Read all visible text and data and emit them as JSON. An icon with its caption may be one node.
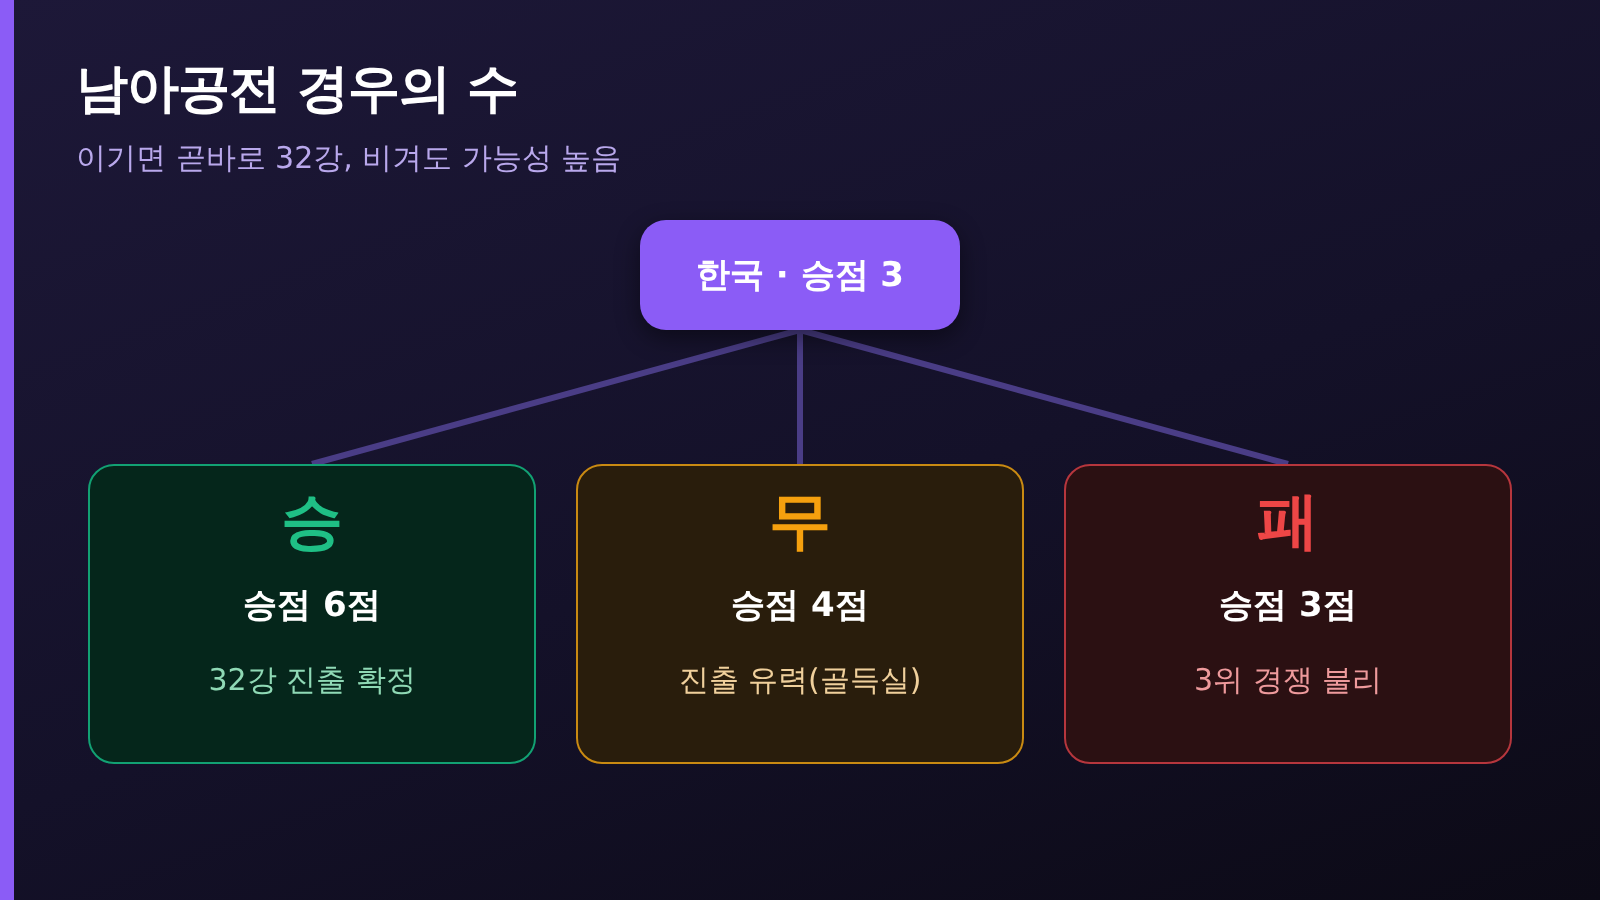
{
  "diagram": {
    "title": "남아공전 경우의 수",
    "nodes": [
      {
        "text": [
          "한국 · 승점 3"
        ]
      },
      {
        "text": [
          "승",
          "승점 6점",
          "32강 진출 확정"
        ]
      },
      {
        "text": [
          "무",
          "승점 4점",
          "진출 유력(골득실)"
        ]
      },
      {
        "text": [
          "패",
          "승점 3점",
          "3위 경쟁 불리"
        ]
      }
    ],
    "edges": [
      {
        "from": 0,
        "to": 1,
        "arrow": "none"
      },
      {
        "from": 0,
        "to": 2,
        "arrow": "none"
      },
      {
        "from": 0,
        "to": 3,
        "arrow": "none"
      }
    ],
    "labels": [
      "이기면 곧바로 32강, 비겨도 가능성 높음"
    ]
  }
}
